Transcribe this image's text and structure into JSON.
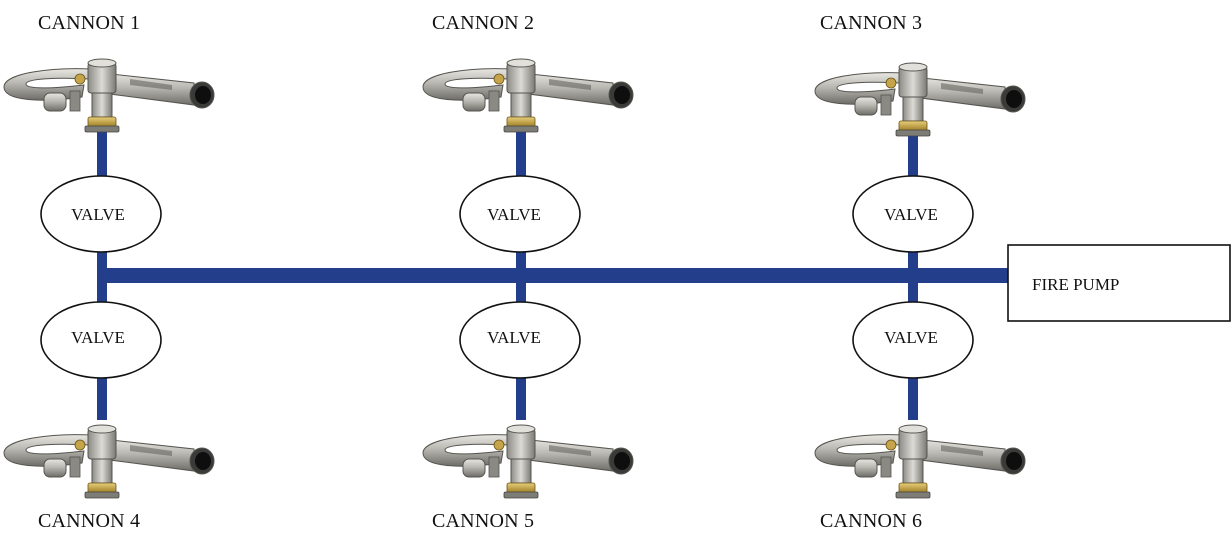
{
  "cannons": [
    {
      "label": "CANNON 1"
    },
    {
      "label": "CANNON 2"
    },
    {
      "label": "CANNON 3"
    },
    {
      "label": "CANNON 4"
    },
    {
      "label": "CANNON 5"
    },
    {
      "label": "CANNON 6"
    }
  ],
  "valves": [
    {
      "label": "VALVE"
    },
    {
      "label": "VALVE"
    },
    {
      "label": "VALVE"
    },
    {
      "label": "VALVE"
    },
    {
      "label": "VALVE"
    },
    {
      "label": "VALVE"
    }
  ],
  "pump": {
    "label": "FIRE PUMP"
  },
  "colors": {
    "pipe": "#233f8c",
    "outline": "#111111",
    "cannon_metal": "#b9b8b2",
    "cannon_shadow": "#6e6d68",
    "brass": "#c9a640"
  }
}
